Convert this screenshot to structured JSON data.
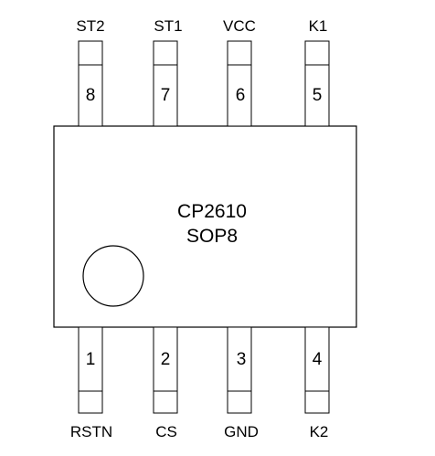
{
  "chip": {
    "part_number": "CP2610",
    "package": "SOP8"
  },
  "top_pins": [
    {
      "label": "ST2",
      "number": "8"
    },
    {
      "label": "ST1",
      "number": "7"
    },
    {
      "label": "VCC",
      "number": "6"
    },
    {
      "label": "K1",
      "number": "5"
    }
  ],
  "bottom_pins": [
    {
      "label": "RSTN",
      "number": "1"
    },
    {
      "label": "CS",
      "number": "2"
    },
    {
      "label": "GND",
      "number": "3"
    },
    {
      "label": "K2",
      "number": "4"
    }
  ],
  "colors": {
    "stroke": "#000000",
    "fill": "#ffffff"
  }
}
